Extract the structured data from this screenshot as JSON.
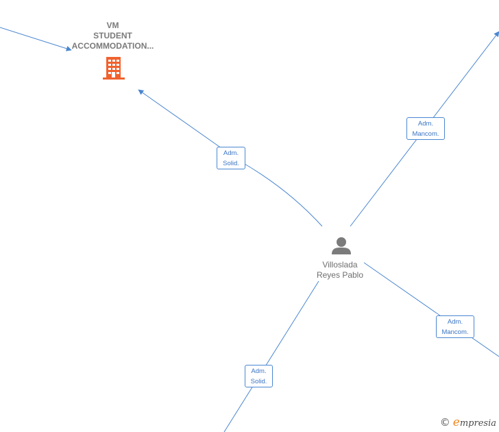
{
  "nodes": {
    "company": {
      "label_lines": [
        "VM",
        "STUDENT",
        "ACCOMMODATION..."
      ],
      "icon": "building-icon",
      "color": "#f0622e"
    },
    "person": {
      "label_lines": [
        "Villoslada",
        "Reyes Pablo"
      ],
      "icon": "person-icon",
      "color": "#7b7b7b"
    }
  },
  "edges": [
    {
      "id": "to-company",
      "label_lines": [
        "Adm.",
        "Solid."
      ]
    },
    {
      "id": "to-top-right",
      "label_lines": [
        "Adm.",
        "Mancom."
      ]
    },
    {
      "id": "to-bottom-right",
      "label_lines": [
        "Adm.",
        "Mancom."
      ]
    },
    {
      "id": "to-bottom",
      "label_lines": [
        "Adm.",
        "Solid."
      ]
    }
  ],
  "colors": {
    "edge": "#4a86d0",
    "edge_label": "#3a74c4"
  },
  "watermark": {
    "symbol": "©",
    "brand_first": "e",
    "brand_rest": "mpresia"
  }
}
